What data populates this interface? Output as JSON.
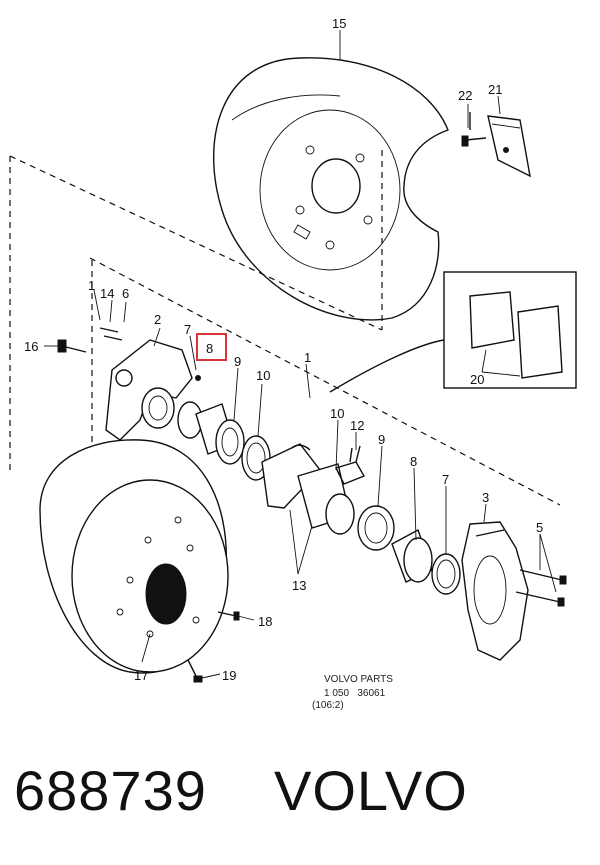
{
  "diagram": {
    "callouts": [
      "15",
      "22",
      "21",
      "1",
      "14",
      "6",
      "2",
      "7",
      "8",
      "16",
      "9",
      "10",
      "1",
      "20",
      "10",
      "12",
      "9",
      "8",
      "7",
      "3",
      "5",
      "13",
      "18",
      "17",
      "19"
    ],
    "highlighted_callout": "8",
    "highlight_color": "#d9343a",
    "stamp": {
      "line1": "VOLVO PARTS",
      "line2": "1 050   36061",
      "line3": "(106:2)"
    }
  },
  "footer": {
    "part_number": "688739",
    "brand": "VOLVO"
  }
}
